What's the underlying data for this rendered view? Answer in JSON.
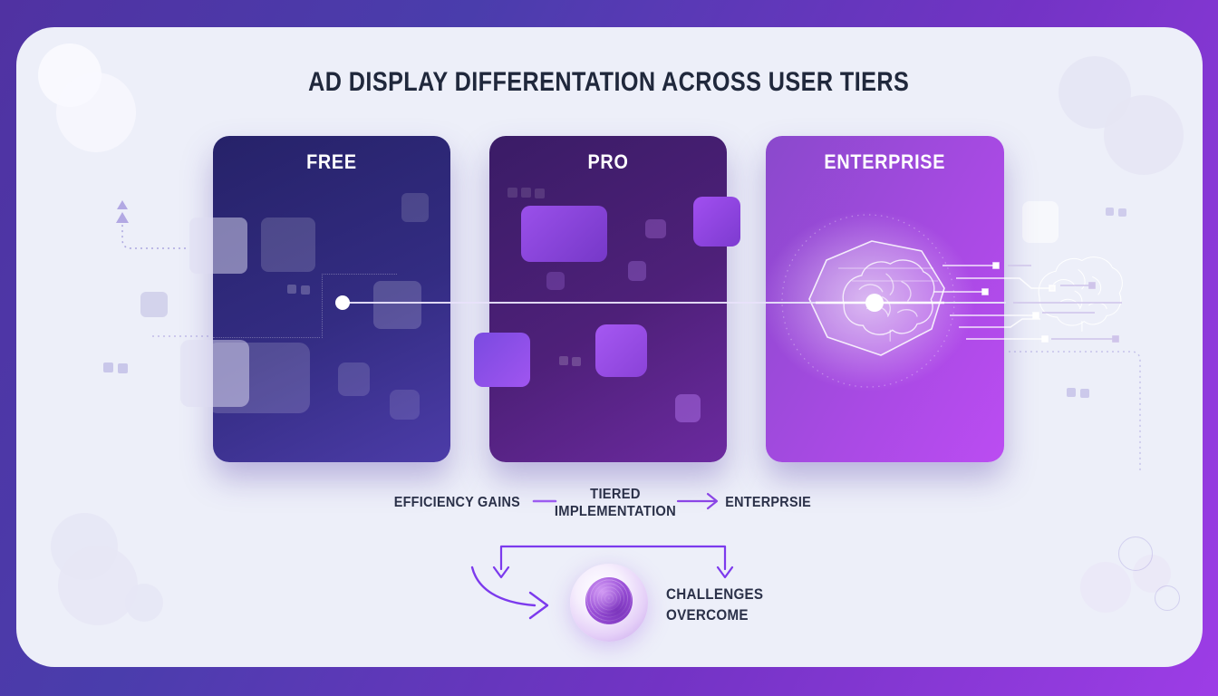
{
  "title": "AD DISPLAY DIFFERENTATION ACROSS USER TIERS",
  "tiers": [
    {
      "label": "FREE"
    },
    {
      "label": "PRO"
    },
    {
      "label": "ENTERPRISE"
    }
  ],
  "flow": {
    "step1": "EFFICIENCY GAINS",
    "step2": "TIERED IMPLEMENTATION",
    "step3": "ENTERPRSIE"
  },
  "callout": {
    "label": "CHALLENGES OVERCOME"
  },
  "icons": {
    "brain": "brain-icon",
    "hexagon_chip": "hexagon-chip-icon",
    "orb": "orb-icon",
    "up_arrow": "up-arrow-icon",
    "curved_arrow": "curved-arrow-icon",
    "bracket_arrows": "bracket-arrows-icon",
    "flow_arrow": "flow-arrow-icon",
    "flow_dash": "flow-dash-icon"
  },
  "colors": {
    "frame_gradient_start": "#5032a2",
    "frame_gradient_end": "#9d3de6",
    "panel_bg": "#edeff9",
    "free_card_start": "#262269",
    "free_card_end": "#4c3ca8",
    "pro_card_start": "#3a1c66",
    "pro_card_end": "#6c2aa0",
    "enterprise_card_start": "#8a49cc",
    "enterprise_card_end": "#bb4cf2",
    "accent_purple": "#7c3aed",
    "text_dark": "#2b3149",
    "connector_line": "#e8e2fa"
  }
}
